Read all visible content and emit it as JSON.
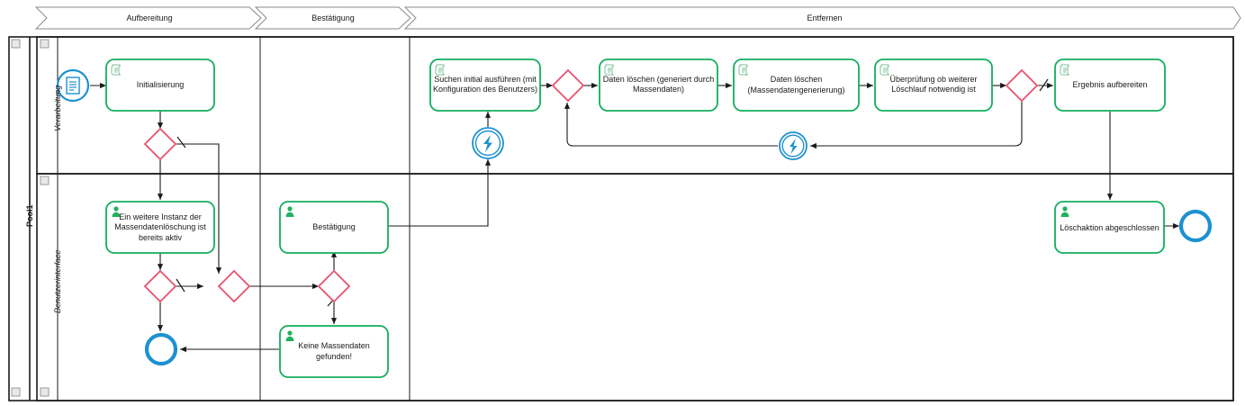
{
  "diagram": {
    "type": "bpmn-collaboration",
    "pool": {
      "label": "Pool1"
    },
    "lanes": [
      {
        "id": "lane-verarbeitung",
        "label": "Verarbeitung"
      },
      {
        "id": "lane-benutzerinterface",
        "label": "Benutzerinterface"
      }
    ],
    "phases": [
      {
        "id": "phase-aufbereitung",
        "label": "Aufbereitung"
      },
      {
        "id": "phase-bestaetigung",
        "label": "Bestätigung"
      },
      {
        "id": "phase-entfernen",
        "label": "Entfernen"
      }
    ],
    "colors": {
      "task_stroke": "#12AE5E",
      "task_fill": "#FFFFFF",
      "gateway_stroke": "#E8516F",
      "event_stroke": "#1C91D0",
      "flow_stroke": "#1a1a1a",
      "lane_stroke": "#1a1a1a",
      "phase_stroke": "#8a8a8a",
      "script_icon": "#7FBF9A",
      "user_icon": "#1EB25E",
      "text": "#1a1a1a"
    },
    "nodes": [
      {
        "id": "start-message",
        "kind": "start-event",
        "event_type": "message",
        "lane": "Verarbeitung",
        "phase": "Aufbereitung",
        "label": ""
      },
      {
        "id": "task-initialisierung",
        "kind": "script-task",
        "lane": "Verarbeitung",
        "phase": "Aufbereitung",
        "label": "Initialisierung"
      },
      {
        "id": "gw-1",
        "kind": "exclusive-gateway",
        "lane": "Verarbeitung",
        "phase": "Aufbereitung",
        "label": ""
      },
      {
        "id": "task-instanz-aktiv",
        "kind": "user-task",
        "lane": "Benutzerinterface",
        "phase": "Aufbereitung",
        "label": "Ein weitere Instanz der\nMassendatenlöschung\nist bereits aktiv"
      },
      {
        "id": "gw-2",
        "kind": "exclusive-gateway",
        "lane": "Benutzerinterface",
        "phase": "Aufbereitung",
        "label": ""
      },
      {
        "id": "gw-3",
        "kind": "exclusive-gateway",
        "lane": "Benutzerinterface",
        "phase": "Aufbereitung",
        "label": ""
      },
      {
        "id": "end-1",
        "kind": "end-event",
        "lane": "Benutzerinterface",
        "phase": "Aufbereitung",
        "label": ""
      },
      {
        "id": "task-bestaetigung",
        "kind": "user-task",
        "lane": "Benutzerinterface",
        "phase": "Bestätigung",
        "label": "Bestätigung"
      },
      {
        "id": "gw-4",
        "kind": "exclusive-gateway",
        "lane": "Benutzerinterface",
        "phase": "Bestätigung",
        "label": ""
      },
      {
        "id": "task-keine-massendaten",
        "kind": "user-task",
        "lane": "Benutzerinterface",
        "phase": "Bestätigung",
        "label": "Keine Massendaten\ngefunden!"
      },
      {
        "id": "event-signal-1",
        "kind": "intermediate-catch-event",
        "event_type": "signal",
        "lane": "Verarbeitung",
        "phase": "Entfernen",
        "label": ""
      },
      {
        "id": "task-suchen-initial",
        "kind": "script-task",
        "lane": "Verarbeitung",
        "phase": "Entfernen",
        "label": "Suchen initial ausführen\n(mit Konfiguration des\nBenutzers)"
      },
      {
        "id": "gw-5",
        "kind": "exclusive-gateway",
        "lane": "Verarbeitung",
        "phase": "Entfernen",
        "label": ""
      },
      {
        "id": "task-daten-loeschen-1",
        "kind": "script-task",
        "lane": "Verarbeitung",
        "phase": "Entfernen",
        "label": "Daten löschen\n(generiert durch\nMassendaten)"
      },
      {
        "id": "task-daten-loeschen-2",
        "kind": "script-task",
        "lane": "Verarbeitung",
        "phase": "Entfernen",
        "label": "Daten löschen\n(Massendatengenerierung)"
      },
      {
        "id": "task-ueberpruefung",
        "kind": "script-task",
        "lane": "Verarbeitung",
        "phase": "Entfernen",
        "label": "Überprüfung ob\nweiterer Löschlauf\nnotwendig ist"
      },
      {
        "id": "gw-6",
        "kind": "exclusive-gateway",
        "lane": "Verarbeitung",
        "phase": "Entfernen",
        "label": ""
      },
      {
        "id": "event-signal-2",
        "kind": "intermediate-throw-event",
        "event_type": "signal",
        "lane": "Verarbeitung",
        "phase": "Entfernen",
        "label": ""
      },
      {
        "id": "task-ergebnis-aufbereiten",
        "kind": "script-task",
        "lane": "Verarbeitung",
        "phase": "Entfernen",
        "label": "Ergebnis aufbereiten"
      },
      {
        "id": "task-loeschaktion",
        "kind": "user-task",
        "lane": "Benutzerinterface",
        "phase": "Entfernen",
        "label": "Löschaktion\nabgeschlossen"
      },
      {
        "id": "end-2",
        "kind": "end-event",
        "lane": "Benutzerinterface",
        "phase": "Entfernen",
        "label": ""
      }
    ]
  }
}
